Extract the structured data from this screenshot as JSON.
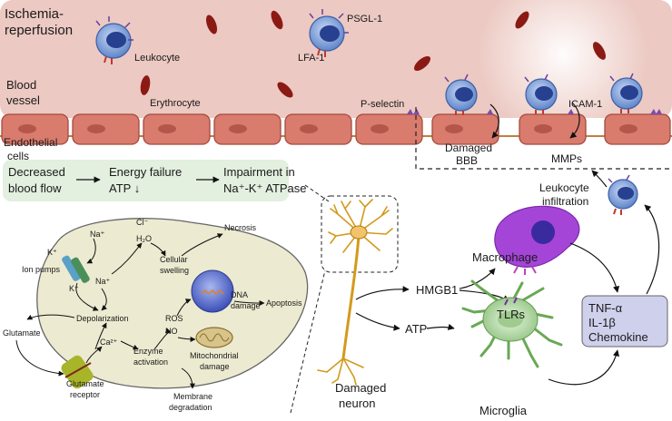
{
  "labels": {
    "ischemia_1": "Ischemia-",
    "ischemia_2": "reperfusion",
    "blood_vessel_1": "Blood",
    "blood_vessel_2": "vessel",
    "leukocyte": "Leukocyte",
    "psgl1": "PSGL-1",
    "lfa1": "LFA-1",
    "erythrocyte": "Erythrocyte",
    "p_selectin": "P-selectin",
    "icam1": "ICAM-1",
    "endothelial_1": "Endothelial",
    "endothelial_2": "cells",
    "damaged_bbb_1": "Damaged",
    "damaged_bbb_2": "BBB",
    "mmps": "MMPs",
    "leukocyte_infiltration_1": "Leukocyte",
    "leukocyte_infiltration_2": "infiltration",
    "macrophage": "Macrophage",
    "hmgb1": "HMGB1",
    "tlrs": "TLRs",
    "atp": "ATP",
    "microglia": "Microglia",
    "damaged_neuron_1": "Damaged",
    "damaged_neuron_2": "neuron",
    "cytokines": [
      "TNF-α",
      "IL-1β",
      "Chemokine"
    ]
  },
  "flow_box": {
    "step1_line1": "Decreased",
    "step1_line2": "blood flow",
    "step2_line1": "Energy failure",
    "step2_line2": "ATP ↓",
    "step3_line1": "Impairment in",
    "step3_line2": "Na⁺-K⁺ ATPase"
  },
  "cell_labels": {
    "na_out": "Na⁺",
    "k_out": "K⁺",
    "ion_pumps": "Ion pumps",
    "k_in": "K⁺",
    "na_in": "Na⁺",
    "cl": "Cl⁻",
    "h2o": "H₂O",
    "cellular_swelling_1": "Cellular",
    "cellular_swelling_2": "swelling",
    "necrosis": "Necrosis",
    "depolarization": "Depolarization",
    "glutamate": "Glutamate",
    "ros": "ROS",
    "no": "NO",
    "dna_damage_1": "DNA",
    "dna_damage_2": "damage",
    "apoptosis": "Apoptosis",
    "ca": "Ca²⁺",
    "enzyme_activation_1": "Enzyme",
    "enzyme_activation_2": "activation",
    "mito_damage_1": "Mitochondrial",
    "mito_damage_2": "damage",
    "glutamate_receptor_1": "Glutamate",
    "glutamate_receptor_2": "receptor",
    "membrane_degradation_1": "Membrane",
    "membrane_degradation_2": "degradation"
  }
}
